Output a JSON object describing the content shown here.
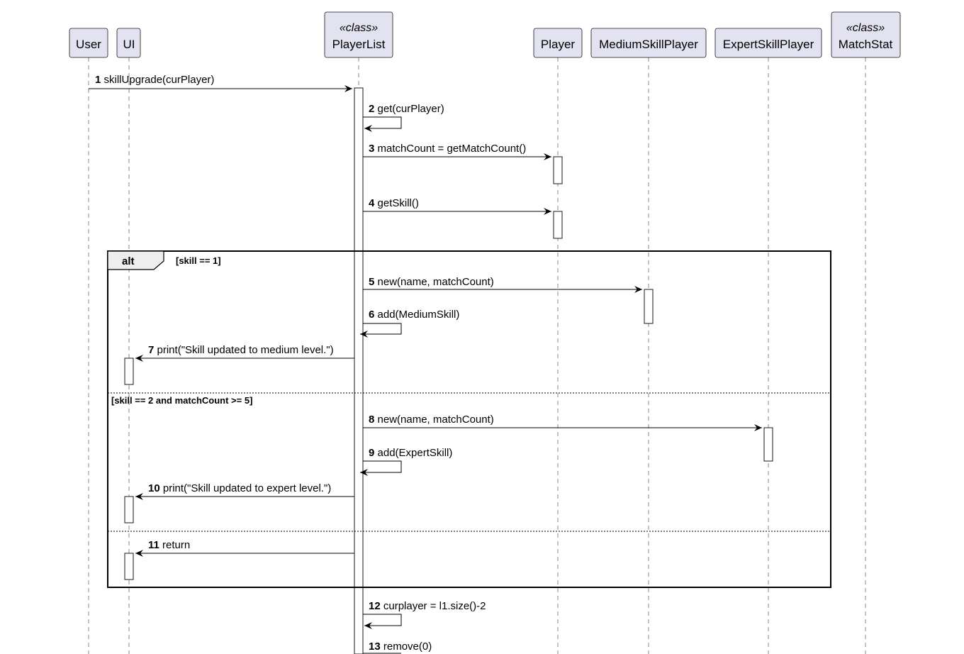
{
  "participants": [
    {
      "id": "user",
      "label": "User",
      "stereotype": ""
    },
    {
      "id": "ui",
      "label": "UI",
      "stereotype": ""
    },
    {
      "id": "playerlist",
      "label": "PlayerList",
      "stereotype": "«class»"
    },
    {
      "id": "player",
      "label": "Player",
      "stereotype": ""
    },
    {
      "id": "mediumskillplayer",
      "label": "MediumSkillPlayer",
      "stereotype": ""
    },
    {
      "id": "expertskillplayer",
      "label": "ExpertSkillPlayer",
      "stereotype": ""
    },
    {
      "id": "matchstat",
      "label": "MatchStat",
      "stereotype": "«class»"
    }
  ],
  "messages": [
    {
      "num": "1",
      "text": "skillUpgrade(curPlayer)",
      "from": "user",
      "to": "playerlist"
    },
    {
      "num": "2",
      "text": "get(curPlayer)",
      "from": "playerlist",
      "to": "playerlist"
    },
    {
      "num": "3",
      "text": "matchCount = getMatchCount()",
      "from": "playerlist",
      "to": "player"
    },
    {
      "num": "4",
      "text": "getSkill()",
      "from": "playerlist",
      "to": "player"
    },
    {
      "num": "5",
      "text": "new(name, matchCount)",
      "from": "playerlist",
      "to": "mediumskillplayer"
    },
    {
      "num": "6",
      "text": "add(MediumSkill)",
      "from": "playerlist",
      "to": "playerlist"
    },
    {
      "num": "7",
      "text": "print(\"Skill updated to medium level.\")",
      "from": "playerlist",
      "to": "ui"
    },
    {
      "num": "8",
      "text": "new(name, matchCount)",
      "from": "playerlist",
      "to": "expertskillplayer"
    },
    {
      "num": "9",
      "text": "add(ExpertSkill)",
      "from": "playerlist",
      "to": "playerlist"
    },
    {
      "num": "10",
      "text": "print(\"Skill updated to expert level.\")",
      "from": "playerlist",
      "to": "ui"
    },
    {
      "num": "11",
      "text": "return",
      "from": "playerlist",
      "to": "ui"
    },
    {
      "num": "12",
      "text": "curplayer = l1.size()-2",
      "from": "playerlist",
      "to": "playerlist"
    },
    {
      "num": "13",
      "text": "remove(0)",
      "from": "playerlist",
      "to": "playerlist"
    }
  ],
  "fragment": {
    "operator": "alt",
    "guards": [
      "[skill == 1]",
      "[skill == 2 and matchCount >= 5]",
      ""
    ]
  }
}
